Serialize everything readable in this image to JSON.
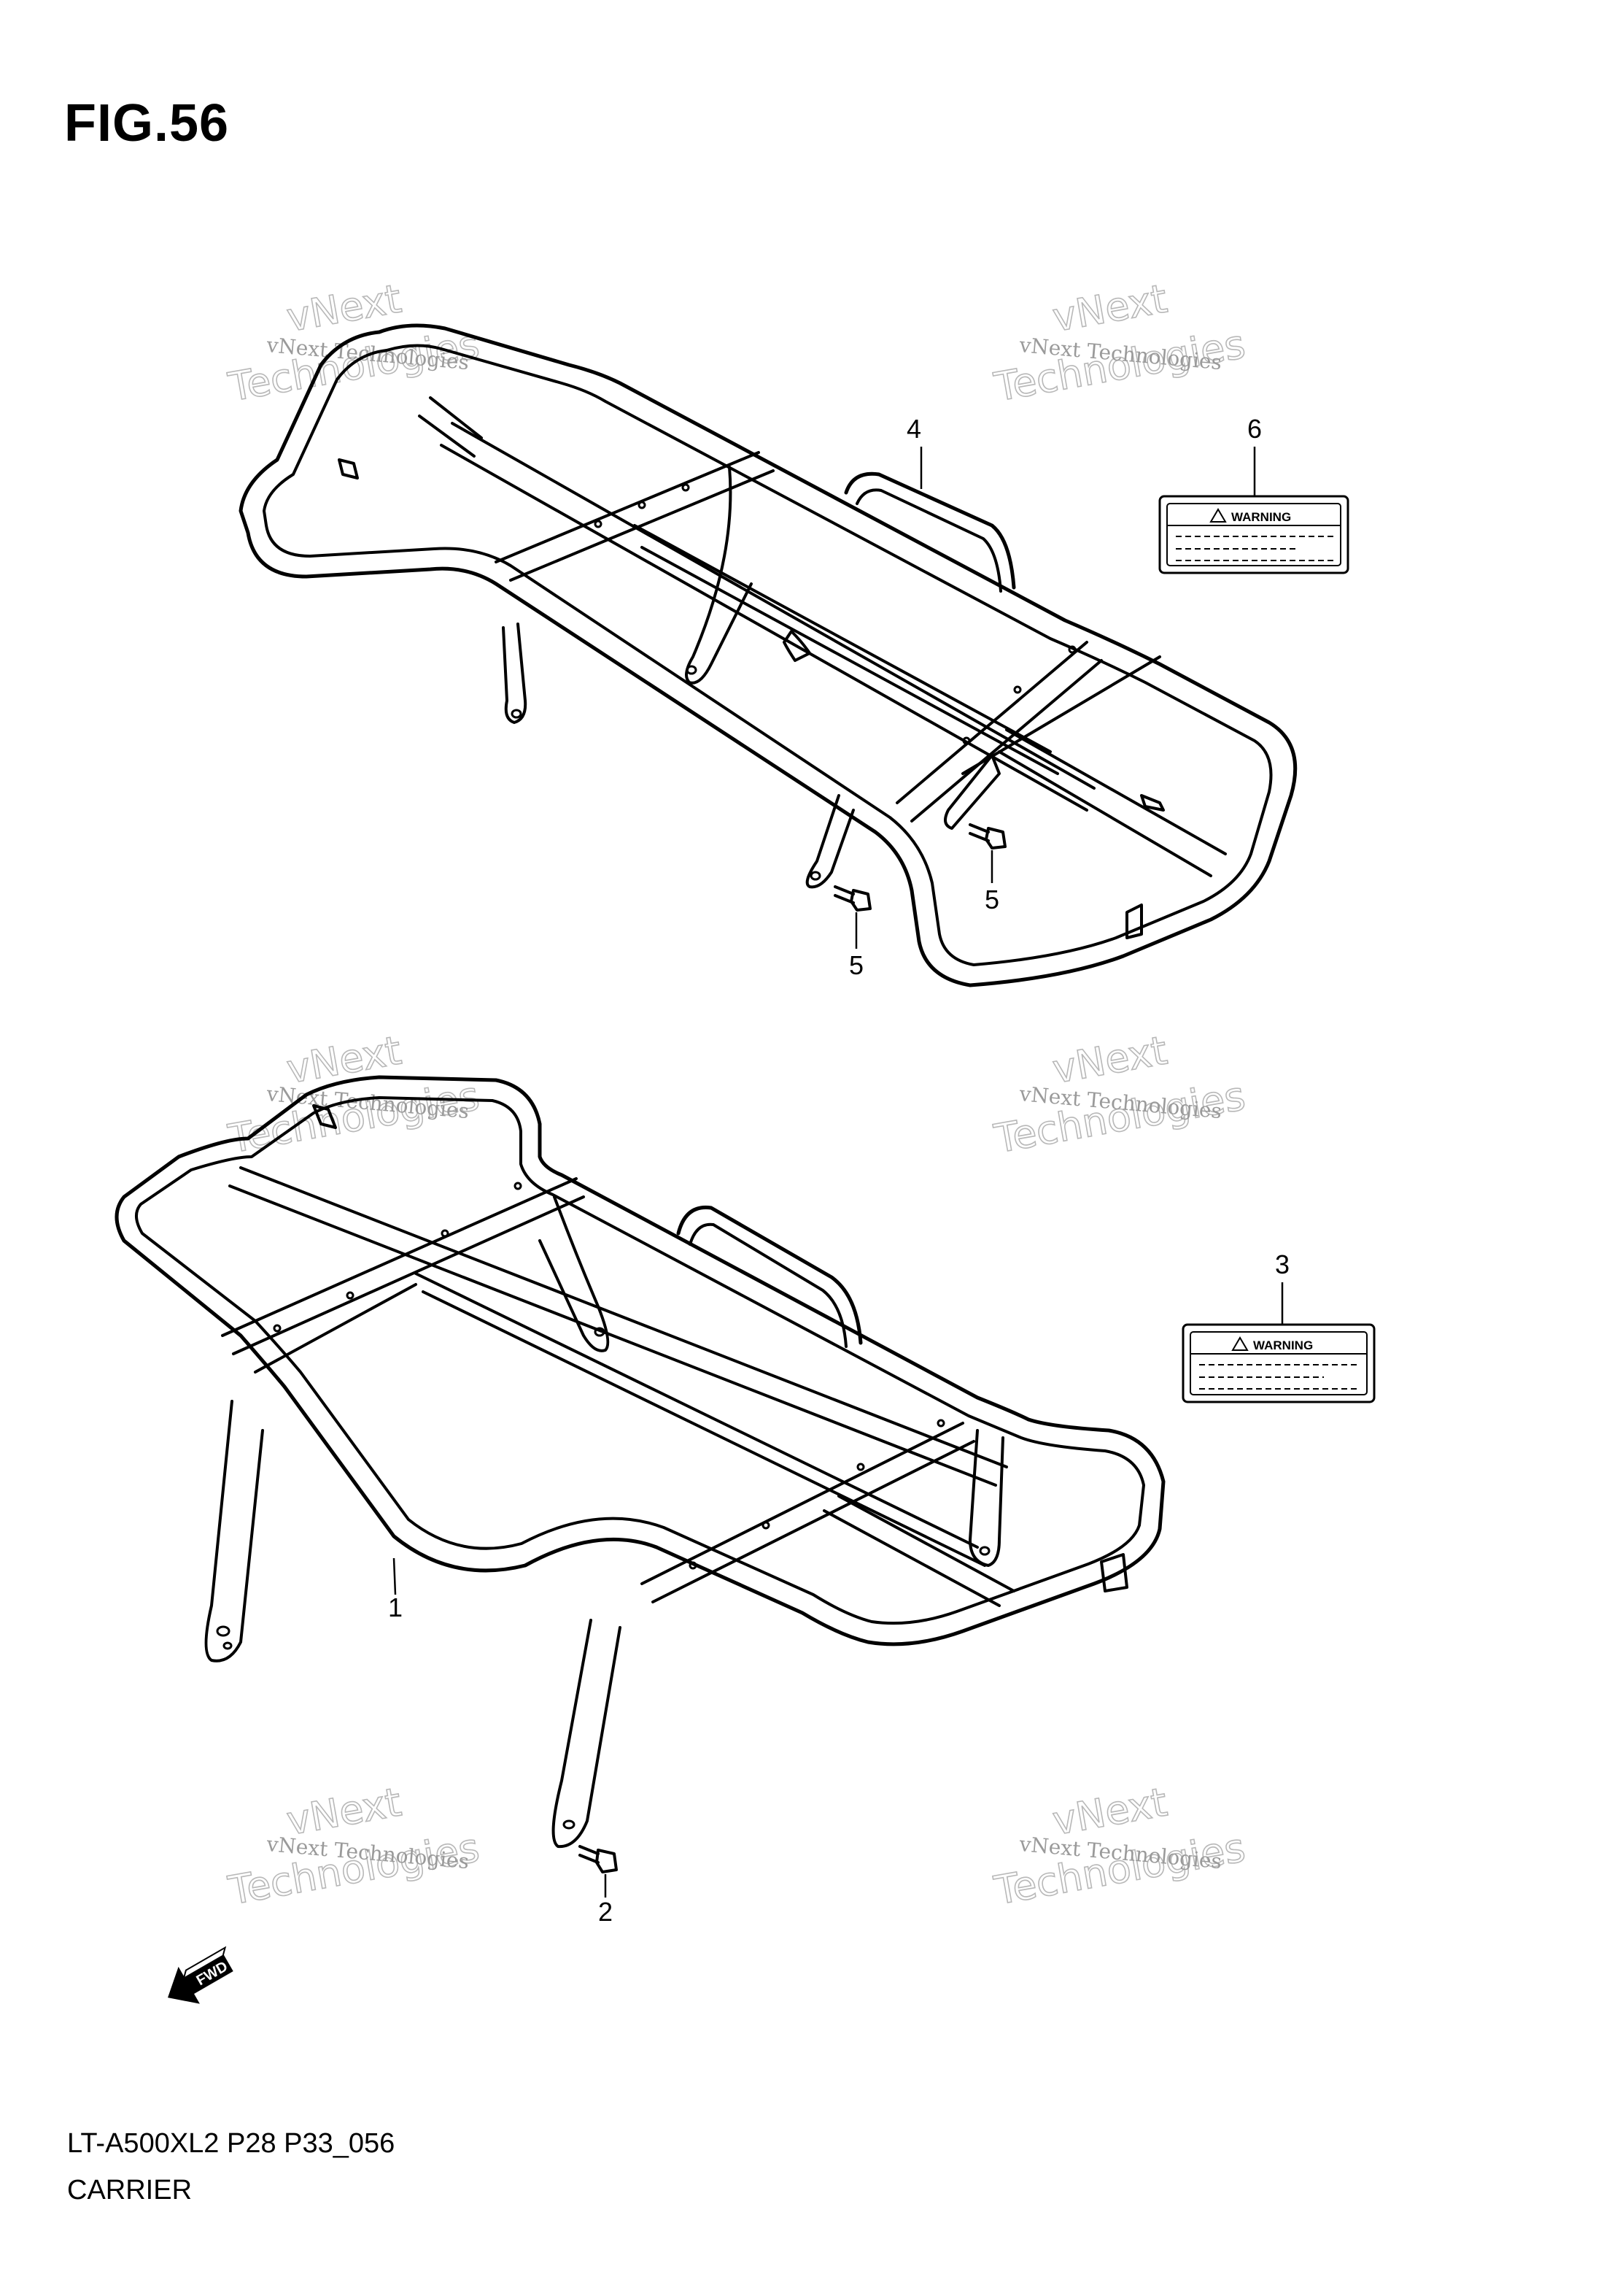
{
  "figure": {
    "title": "FIG.56"
  },
  "footer": {
    "code": "LT-A500XL2 P28 P33_056",
    "name": "CARRIER"
  },
  "callouts": {
    "c1": "1",
    "c2": "2",
    "c3": "3",
    "c4": "4",
    "c5a": "5",
    "c5b": "5",
    "c6": "6"
  },
  "labels": {
    "warning_top": "WARNING",
    "warning_bottom": "WARNING"
  },
  "fwd": "FWD",
  "watermark": {
    "line1": "vNext Technologies",
    "line2": "vNext",
    "line3": "Technologies"
  }
}
